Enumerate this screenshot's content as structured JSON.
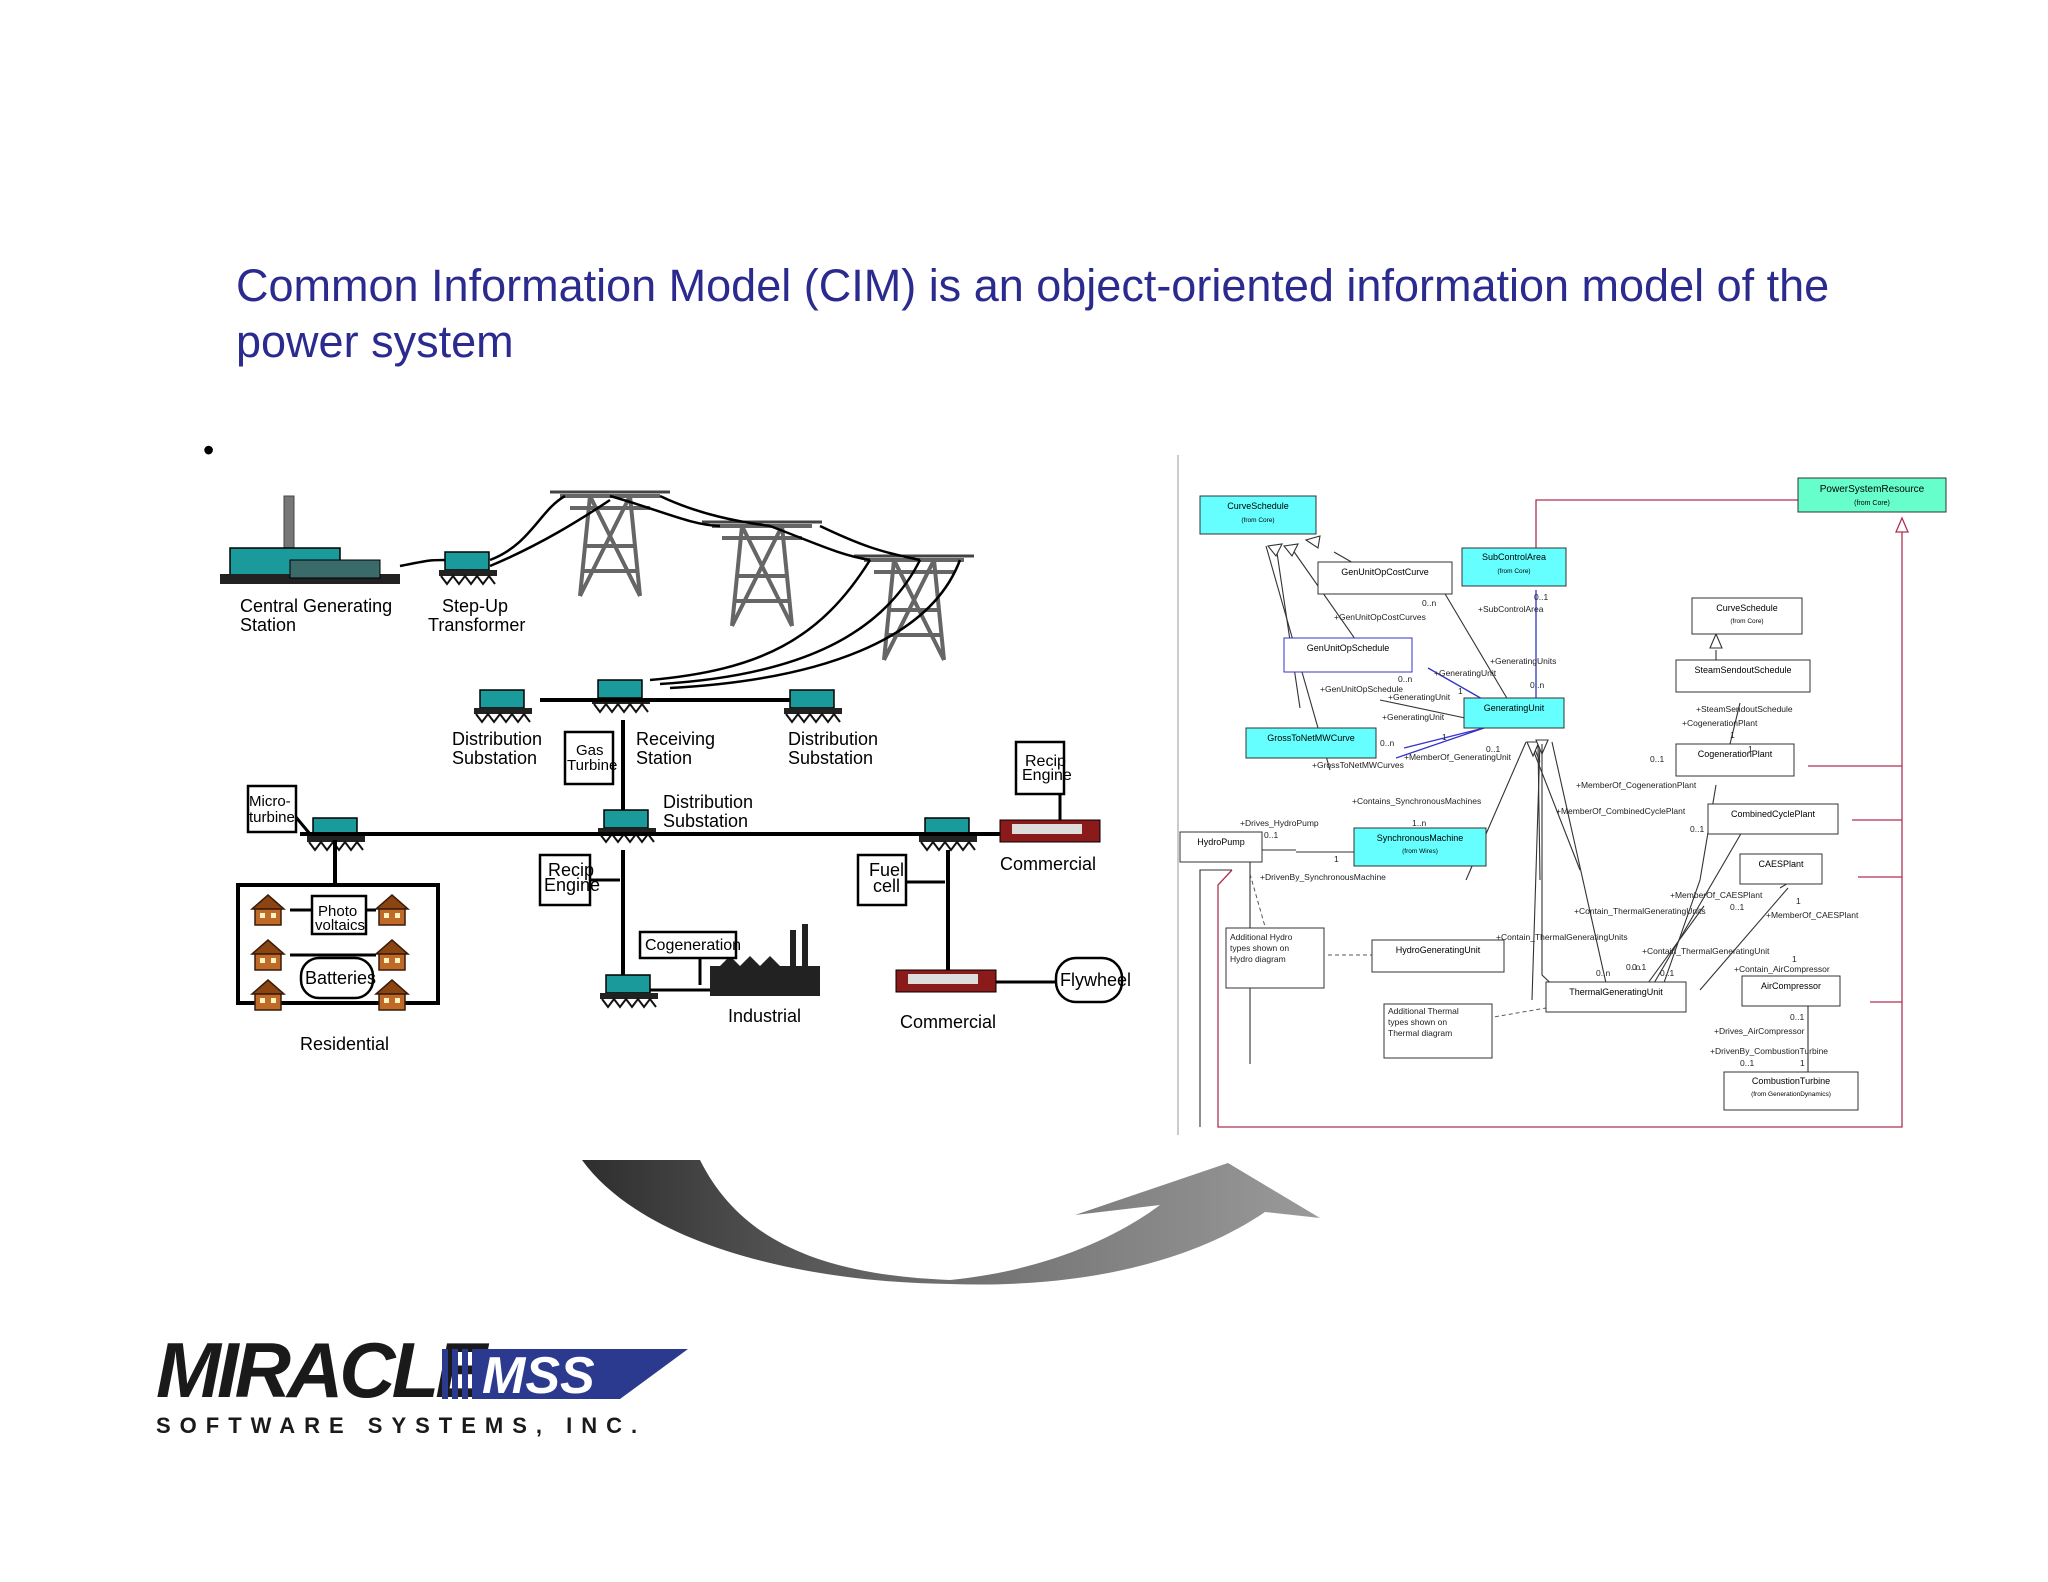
{
  "slide": {
    "title": " Common Information Model  (CIM) is an object-oriented information model of the power system",
    "bullet": "•"
  },
  "grid": {
    "labels": {
      "central_generating": [
        "Central Generating",
        "Station"
      ],
      "step_up": [
        "Step-Up",
        "Transformer"
      ],
      "dist_sub_left": [
        "Distribution",
        "Substation"
      ],
      "gas_turbine": [
        "Gas",
        "Turbine"
      ],
      "receiving": [
        "Receiving",
        "Station"
      ],
      "dist_sub_right": [
        "Distribution",
        "Substation"
      ],
      "recip_right": [
        "Recip",
        "Engine"
      ],
      "micro_turbine": [
        "Micro-",
        "turbine"
      ],
      "dist_sub_center": [
        "Distribution",
        "Substation"
      ],
      "commercial_right": "Commercial",
      "photo_voltaics": [
        "Photo",
        "voltaics"
      ],
      "recip_center": [
        "Recip",
        "Engine"
      ],
      "fuel_cell": [
        "Fuel",
        "cell"
      ],
      "batteries": "Batteries",
      "cogeneration": "Cogeneration",
      "flywheel": "Flywheel",
      "industrial": "Industrial",
      "commercial_bottom": "Commercial",
      "residential": "Residential"
    }
  },
  "uml": {
    "classes": {
      "power_system_resource": [
        "PowerSystemResource",
        "(from Core)"
      ],
      "curve_schedule_left": [
        "CurveSchedule",
        "(from Core)"
      ],
      "sub_control_area": [
        "SubControlArea",
        "(from Core)"
      ],
      "gen_unit_op_cost_curve": "GenUnitOpCostCurve",
      "curve_schedule_right": [
        "CurveSchedule",
        "(from Core)"
      ],
      "gen_unit_op_schedule": "GenUnitOpSchedule",
      "steam_sendout_schedule": "SteamSendoutSchedule",
      "generating_unit": "GeneratingUnit",
      "gross_to_net_mw_curve": "GrossToNetMWCurve",
      "cogeneration_plant": "CogenerationPlant",
      "combined_cycle_plant": "CombinedCyclePlant",
      "hydro_pump": "HydroPump",
      "synchronous_machine": [
        "SynchronousMachine",
        "(from Wires)"
      ],
      "caes_plant": "CAESPlant",
      "hydro_generating_unit": "HydroGeneratingUnit",
      "air_compressor": "AirCompressor",
      "thermal_generating_unit": "ThermalGeneratingUnit",
      "combustion_turbine": [
        "CombustionTurbine",
        "(from GenerationDynamics)"
      ]
    },
    "notes": {
      "hydro_note": [
        "Additional Hydro",
        "types shown on",
        "Hydro diagram"
      ],
      "thermal_note": [
        "Additional Thermal",
        "types shown on",
        "Thermal diagram"
      ]
    },
    "roles": {
      "gen_unit_op_cost_curves": "+GenUnitOpCostCurves",
      "sub_control_area": "+SubControlArea",
      "generating_units": "+GeneratingUnits",
      "generating_unit_a": "+GeneratingUnit",
      "gen_unit_op_schedule": "+GenUnitOpSchedule",
      "generating_unit_b": "+GeneratingUnit",
      "generating_unit_c": "+GeneratingUnit",
      "steam_sendout_schedule": "+SteamSendoutSchedule",
      "cogeneration_plant": "+CogenerationPlant",
      "gross_to_net_mw_curves": "+GrossToNetMWCurves",
      "member_of_generating_unit": "+MemberOf_GeneratingUnit",
      "member_of_cogeneration_plant": "+MemberOf_CogenerationPlant",
      "contains_synchronous_machines": "+Contains_SynchronousMachines",
      "member_of_combined_cycle_plant": "+MemberOf_CombinedCyclePlant",
      "drives_hydro_pump": "+Drives_HydroPump",
      "driven_by_synchronous_machine": "+DrivenBy_SynchronousMachine",
      "member_of_caes_plant_a": "+MemberOf_CAESPlant",
      "contain_thermal_generating_units": "+Contain_ThermalGeneratingUnits",
      "member_of_caes_plant_b": "+MemberOf_CAESPlant",
      "contain_thermal_generating_units_b": "+Contain_ThermalGeneratingUnits",
      "contain_thermal_generating_unit": "+Contain_ThermalGeneratingUnit",
      "contain_air_compressor": "+Contain_AirCompressor",
      "drives_air_compressor": "+Drives_AirCompressor",
      "driven_by_combustion_turbine": "+DrivenBy_CombustionTurbine"
    },
    "multiplicities": {
      "m1": "0..n",
      "m2": "0..1",
      "m3": "0..n",
      "m4": "0..n",
      "m5": "1",
      "m6": "0..n",
      "m7": "1",
      "m8": "0..1",
      "m9": "0..1",
      "m10": "1",
      "m11": "1..n",
      "m12": "0..1",
      "m13": "1",
      "m14": "0..1",
      "m15": "0..1",
      "m16": "1",
      "m17": "0..1",
      "m18": "1",
      "m19": "0..n",
      "m20": "0..n",
      "m21": "0..1",
      "m22": "1",
      "m23": "0..1",
      "m24": "1",
      "m25": "0..1"
    }
  },
  "logo": {
    "word": "MIRACLE",
    "mark": "MSS",
    "subtitle": "SOFTWARE SYSTEMS, INC."
  },
  "colors": {
    "title": "#2b2b8f",
    "uml_highlight": "#66ffff",
    "uml_psr": "#66ffcc",
    "uml_assoc_blue": "#3333cc",
    "uml_inherit_red": "#b03050",
    "equipment": "#1a9a9a"
  }
}
